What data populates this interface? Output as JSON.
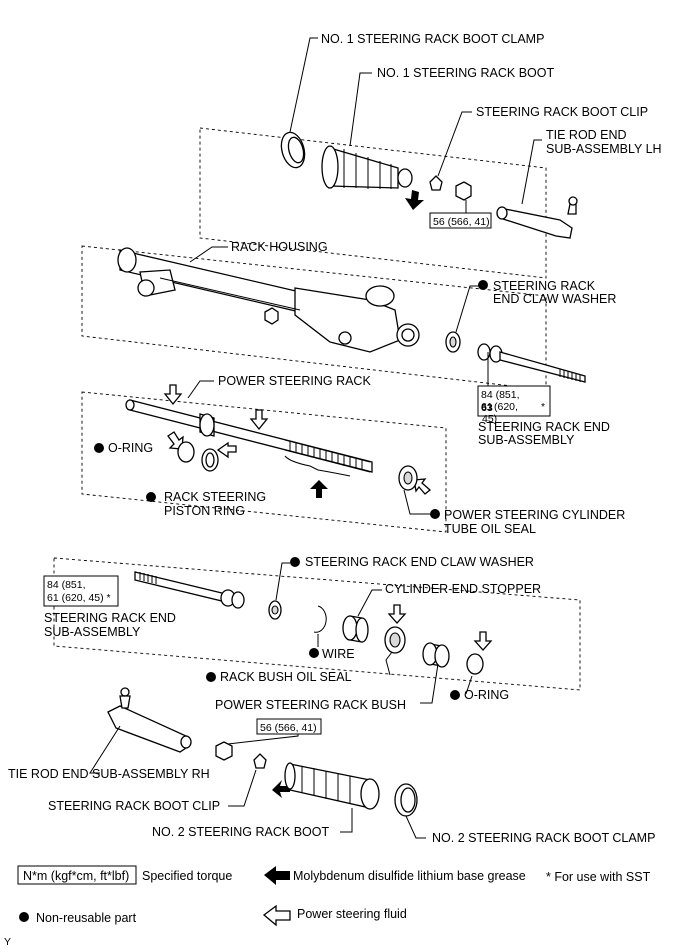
{
  "labels": {
    "boot_clamp_1": "NO. 1 STEERING RACK BOOT CLAMP",
    "boot_1": "NO. 1 STEERING RACK BOOT",
    "boot_clip_top": "STEERING RACK BOOT CLIP",
    "tie_rod_lh_1": "TIE ROD END",
    "tie_rod_lh_2": "SUB-ASSEMBLY LH",
    "rack_housing": "RACK HOUSING",
    "claw_washer_right_1": "STEERING RACK",
    "claw_washer_right_2": "END CLAW WASHER",
    "power_steering_rack": "POWER STEERING RACK",
    "rack_end_right_1": "STEERING RACK END",
    "rack_end_right_2": "SUB-ASSEMBLY",
    "o_ring_upper": "O-RING",
    "piston_ring_1": "RACK STEERING",
    "piston_ring_2": "PISTON RING",
    "cyl_oil_seal_1": "POWER STEERING CYLINDER",
    "cyl_oil_seal_2": "TUBE OIL SEAL",
    "claw_washer_lower": "STEERING RACK END CLAW WASHER",
    "cyl_end_stopper": "CYLINDER END STOPPER",
    "rack_end_left_1": "STEERING RACK END",
    "rack_end_left_2": "SUB-ASSEMBLY",
    "wire": "WIRE",
    "bush_oil_seal": "RACK BUSH OIL SEAL",
    "rack_bush": "POWER STEERING RACK BUSH",
    "o_ring_lower": "O-RING",
    "tie_rod_rh": "TIE ROD END SUB-ASSEMBLY RH",
    "boot_clip_bottom": "STEERING RACK BOOT CLIP",
    "boot_2": "NO. 2 STEERING RACK BOOT",
    "boot_clamp_2": "NO. 2 STEERING RACK BOOT CLAMP"
  },
  "torques": {
    "tie_rod_lh_nut": "56 (566, 41)",
    "rack_end_right_1": "84 (851,",
    "rack_end_right_2a": "61",
    "rack_end_right_2b": "63",
    "rack_end_right_2c": "(620,",
    "rack_end_right_3": "45)",
    "rack_end_right_star": "*",
    "rack_end_left_1": "84 (851,",
    "rack_end_left_2": "61 (620, 45) *",
    "tie_rod_rh_nut": "56 (566, 41)"
  },
  "legend": {
    "torque_unit": "N*m (kgf*cm, ft*lbf)",
    "specified_torque": "Specified torque",
    "moly_grease": "Molybdenum disulfide lithium base grease",
    "sst_note": "* For use with SST",
    "non_reusable": "Non-reusable part",
    "ps_fluid": "Power steering fluid"
  },
  "footer_code": "Y"
}
